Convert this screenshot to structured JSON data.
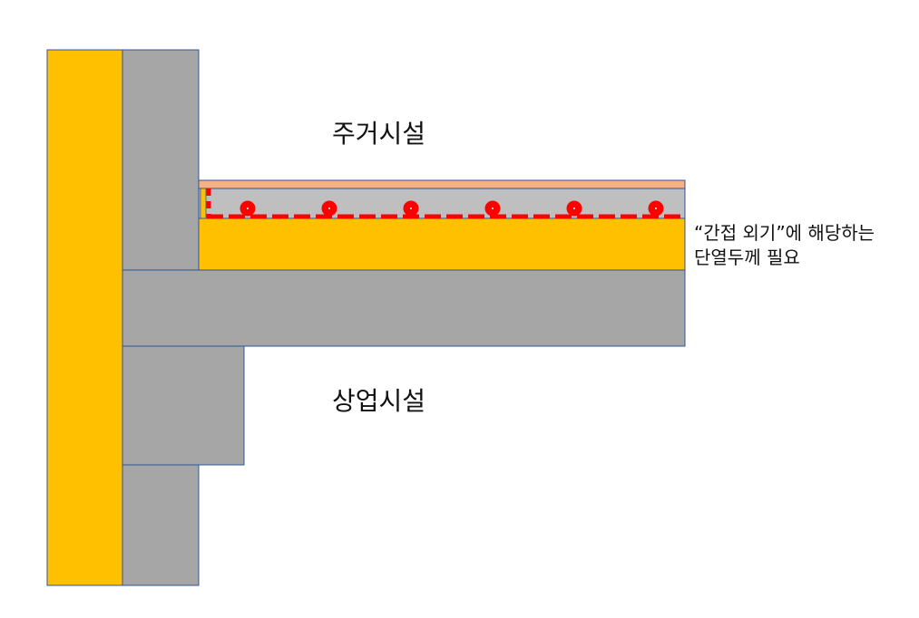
{
  "labels": {
    "upper_space": "주거시설",
    "lower_space": "상업시설",
    "note_line1": "“간접 외기”에 해당하는",
    "note_line2": "단열두께 필요"
  },
  "colors": {
    "insulation": "#FFC000",
    "concrete": "#A6A6A6",
    "screed": "#BFBFBF",
    "finish": "#F4B183",
    "heating_pipe": "#FF0000",
    "outline": "#2F5597"
  },
  "heating_pipe_count": 6
}
